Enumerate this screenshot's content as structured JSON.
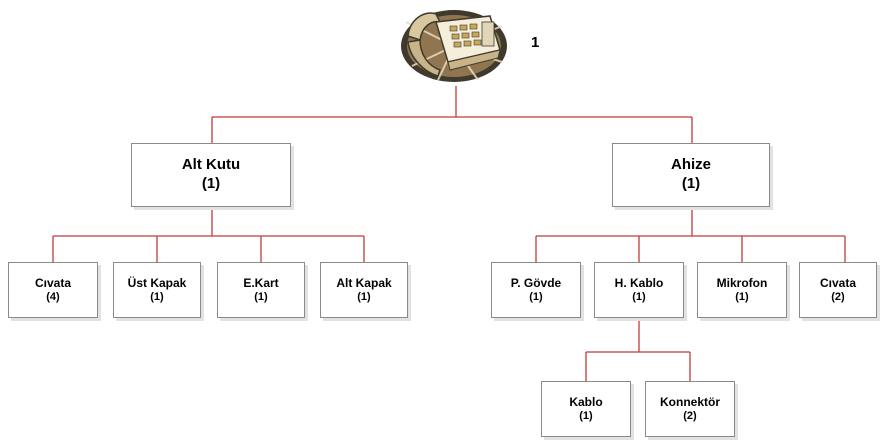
{
  "colors": {
    "connector": "#c23a3a",
    "box_border": "#8a8a8a",
    "box_shadow": "#e2e2e2"
  },
  "root": {
    "icon": "telephone-icon",
    "number": "1"
  },
  "level1": [
    {
      "id": "alt-kutu",
      "name": "Alt Kutu",
      "qty": "(1)"
    },
    {
      "id": "ahize",
      "name": "Ahize",
      "qty": "(1)"
    }
  ],
  "alt_kutu_children": [
    {
      "id": "civata-4",
      "name": "Cıvata",
      "qty": "(4)"
    },
    {
      "id": "ust-kapak",
      "name": "Üst Kapak",
      "qty": "(1)"
    },
    {
      "id": "e-kart",
      "name": "E.Kart",
      "qty": "(1)"
    },
    {
      "id": "alt-kapak",
      "name": "Alt Kapak",
      "qty": "(1)"
    }
  ],
  "ahize_children": [
    {
      "id": "p-govde",
      "name": "P. Gövde",
      "qty": "(1)"
    },
    {
      "id": "h-kablo",
      "name": "H. Kablo",
      "qty": "(1)"
    },
    {
      "id": "mikrofon",
      "name": "Mikrofon",
      "qty": "(1)"
    },
    {
      "id": "civata-2",
      "name": "Cıvata",
      "qty": "(2)"
    }
  ],
  "h_kablo_children": [
    {
      "id": "kablo",
      "name": "Kablo",
      "qty": "(1)"
    },
    {
      "id": "konnektor",
      "name": "Konnektör",
      "qty": "(2)"
    }
  ]
}
